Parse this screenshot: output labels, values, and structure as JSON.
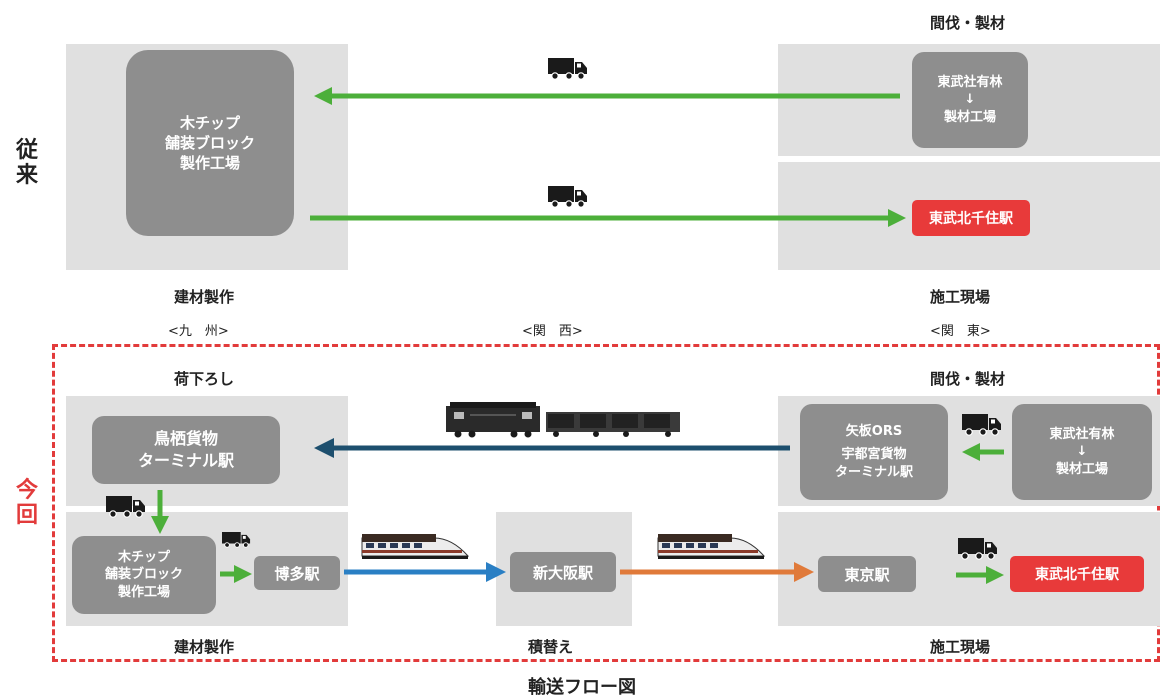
{
  "labels": {
    "conventional": "従来",
    "current": "今回",
    "top_felling": "間伐・製材",
    "top_materials": "建材製作",
    "top_site": "施工現場",
    "region_kyushu": "<九　州>",
    "region_kansai": "<関　西>",
    "region_kanto": "<関　東>",
    "bottom_unload": "荷下ろし",
    "bottom_felling": "間伐・製材",
    "bottom_materials": "建材製作",
    "bottom_transship": "積替え",
    "bottom_site": "施工現場",
    "caption": "輸送フロー図"
  },
  "nodes": {
    "top_factory": [
      "木チップ",
      "舗装ブロック",
      "製作工場"
    ],
    "top_forest": [
      "東武社有林",
      "↓",
      "製材工場"
    ],
    "top_station": "東武北千住駅",
    "tosu": [
      "鳥栖貨物",
      "ターミナル駅"
    ],
    "bottom_factory": [
      "木チップ",
      "舗装ブロック",
      "製作工場"
    ],
    "hakata": "博多駅",
    "shin_osaka": "新大阪駅",
    "tokyo": "東京駅",
    "bottom_station": "東武北千住駅",
    "yaita": [
      "矢板ORS",
      "宇都宮貨物",
      "ターミナル駅"
    ],
    "bottom_forest": [
      "東武社有林",
      "↓",
      "製材工場"
    ]
  },
  "colors": {
    "panel": "#e0e0e0",
    "node": "#8e8e8e",
    "station": "#e83a3a",
    "truck_arrow": "#4caf3a",
    "freight_arrow": "#1d4f6e",
    "rail_arrow_blue": "#2a7fc4",
    "rail_arrow_orange": "#e07a3a",
    "dashed_border": "#e23b3b"
  },
  "icons": [
    "truck-icon",
    "freight-train-icon",
    "shinkansen-icon"
  ]
}
